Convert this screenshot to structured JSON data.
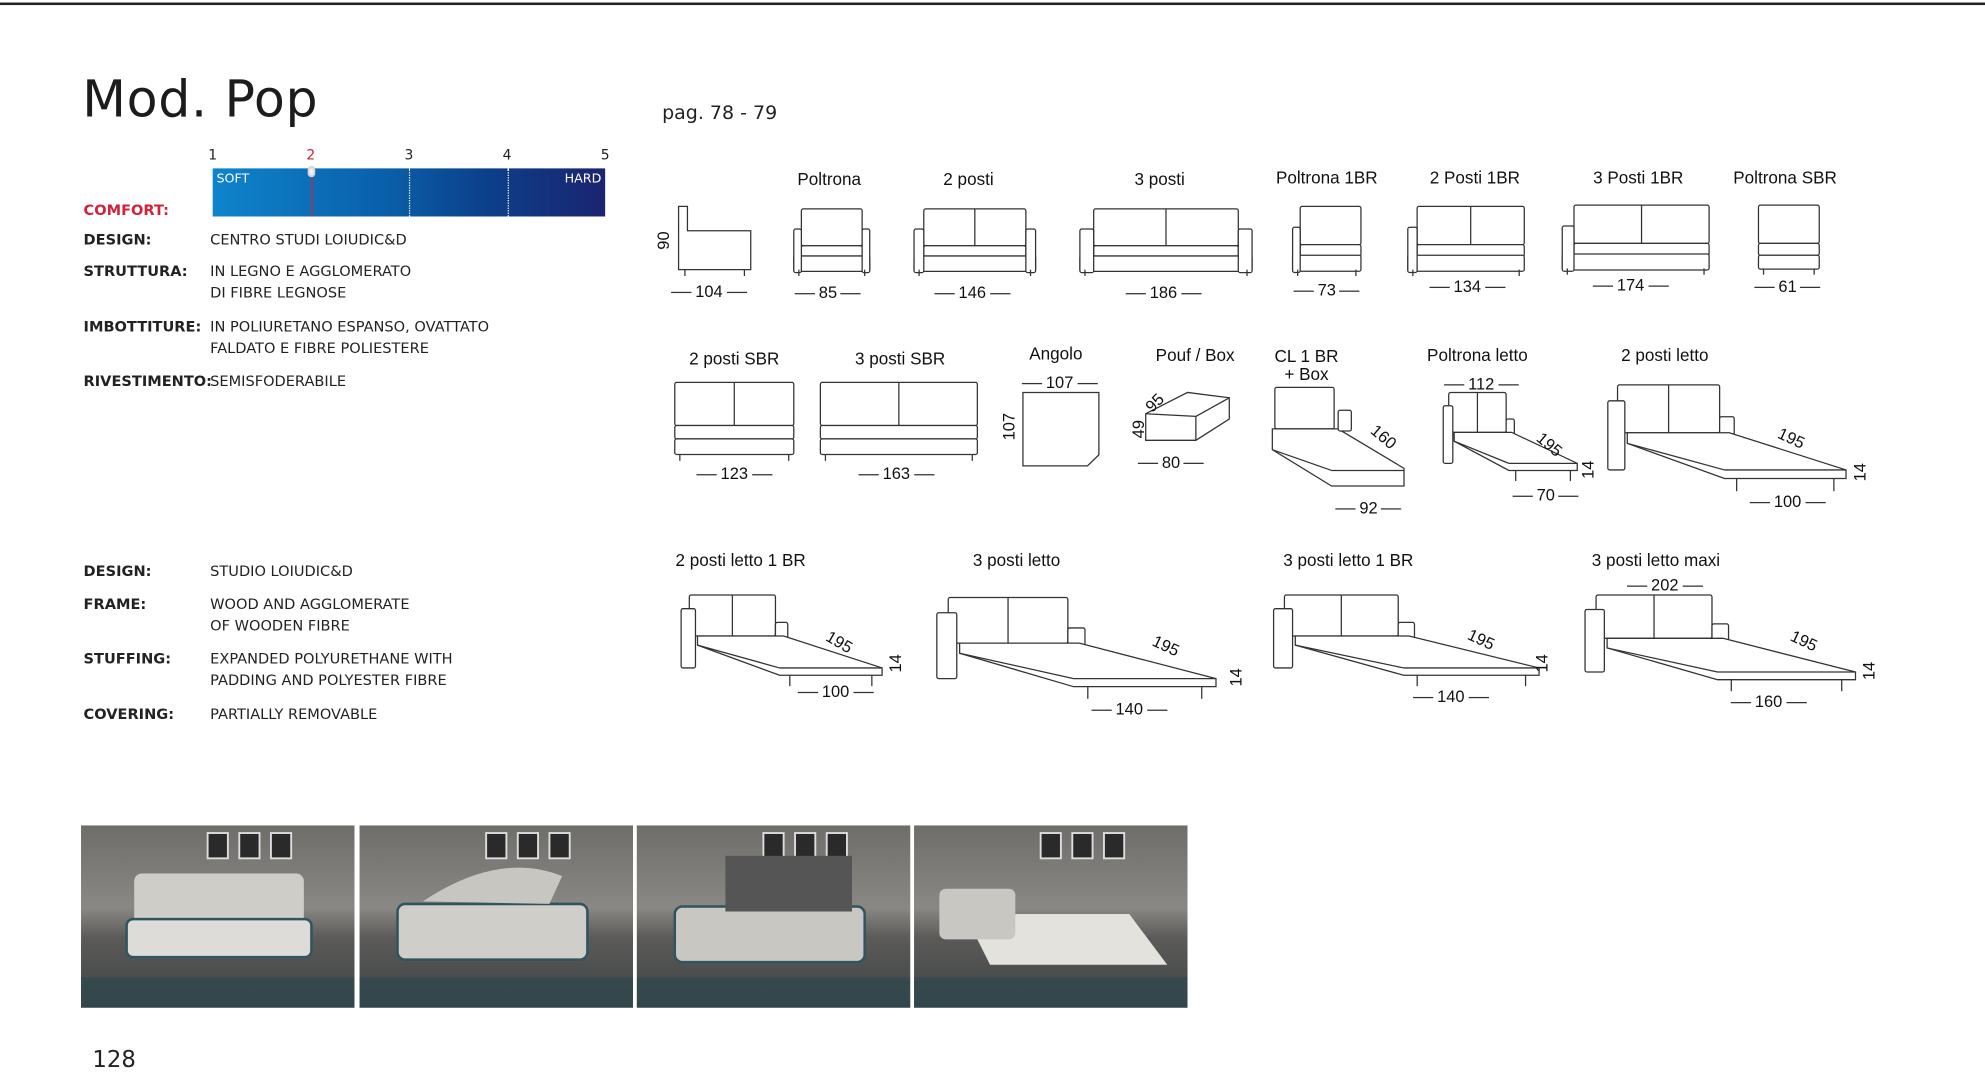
{
  "title": "Mod. Pop",
  "pages": "pag. 78 - 79",
  "comfort": {
    "label": "COMFORT:",
    "scale": [
      "1",
      "2",
      "3",
      "4",
      "5"
    ],
    "value": 2,
    "soft": "SOFT",
    "hard": "HARD",
    "colors": {
      "start": "#0e84cc",
      "end": "#1b2470",
      "marker": "#d0223a"
    }
  },
  "specs_it": [
    {
      "key": "DESIGN:",
      "value": "CENTRO STUDI LOIUDIC&D"
    },
    {
      "key": "STRUTTURA:",
      "value": "IN LEGNO E AGGLOMERATO\nDI FIBRE LEGNOSE"
    },
    {
      "key": "IMBOTTITURE:",
      "value": "IN POLIURETANO ESPANSO, OVATTATO\nFALDATO E FIBRE POLIESTERE"
    },
    {
      "key": "RIVESTIMENTO:",
      "value": "SEMISFODERABILE"
    }
  ],
  "specs_en": [
    {
      "key": "DESIGN:",
      "value": "STUDIO LOIUDIC&D"
    },
    {
      "key": "FRAME:",
      "value": "WOOD AND AGGLOMERATE\nOF WOODEN FIBRE"
    },
    {
      "key": "STUFFING:",
      "value": "EXPANDED POLYURETHANE WITH\nPADDING AND POLYESTER FIBRE"
    },
    {
      "key": "COVERING:",
      "value": "PARTIALLY REMOVABLE"
    }
  ],
  "items": [
    {
      "label": "",
      "dims": [
        "104",
        "90"
      ]
    },
    {
      "label": "Poltrona",
      "dims": [
        "85"
      ]
    },
    {
      "label": "2 posti",
      "dims": [
        "146"
      ]
    },
    {
      "label": "3 posti",
      "dims": [
        "186"
      ]
    },
    {
      "label": "Poltrona 1BR",
      "dims": [
        "73"
      ]
    },
    {
      "label": "2 Posti 1BR",
      "dims": [
        "134"
      ]
    },
    {
      "label": "3 Posti 1BR",
      "dims": [
        "174"
      ]
    },
    {
      "label": "Poltrona SBR",
      "dims": [
        "61"
      ]
    },
    {
      "label": "2 posti SBR",
      "dims": [
        "123"
      ]
    },
    {
      "label": "3 posti SBR",
      "dims": [
        "163"
      ]
    },
    {
      "label": "Angolo",
      "dims": [
        "107",
        "107"
      ]
    },
    {
      "label": "Pouf / Box",
      "dims": [
        "80",
        "95",
        "49"
      ]
    },
    {
      "label": "CL 1 BR\n+ Box",
      "dims": [
        "160",
        "92"
      ]
    },
    {
      "label": "Poltrona letto",
      "dims": [
        "112",
        "195",
        "70",
        "14"
      ]
    },
    {
      "label": "2 posti letto",
      "dims": [
        "195",
        "100",
        "14"
      ]
    },
    {
      "label": "2 posti letto 1 BR",
      "dims": [
        "195",
        "100",
        "14"
      ]
    },
    {
      "label": "3 posti letto",
      "dims": [
        "195",
        "140",
        "14"
      ]
    },
    {
      "label": "3 posti letto 1 BR",
      "dims": [
        "195",
        "140",
        "14"
      ]
    },
    {
      "label": "3 posti letto maxi",
      "dims": [
        "202",
        "195",
        "160",
        "14"
      ]
    }
  ],
  "photos": [
    "sofa-closed",
    "sofa-opening",
    "sofa-mechanism",
    "sofa-bed-open"
  ],
  "page_number": "128"
}
